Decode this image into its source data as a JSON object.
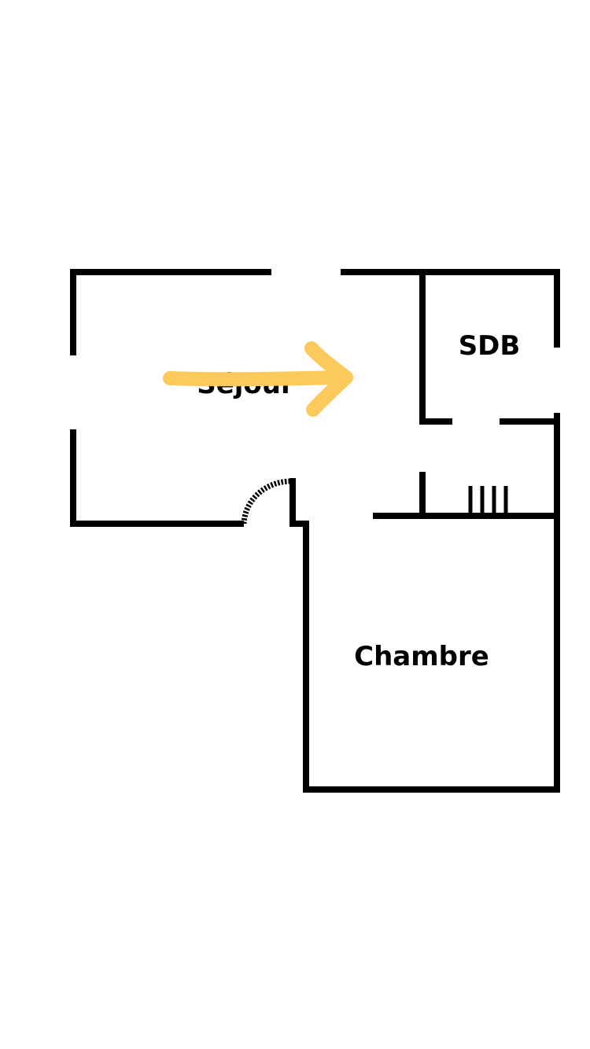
{
  "rooms": {
    "sejour": "Séjour",
    "sdb": "SDB",
    "chambre": "Chambre"
  },
  "colors": {
    "wall": "#000000",
    "arrow": "#FBC95C",
    "background": "#FFFFFF"
  },
  "annotations": {
    "arrow_icon": "arrow-right-icon"
  }
}
